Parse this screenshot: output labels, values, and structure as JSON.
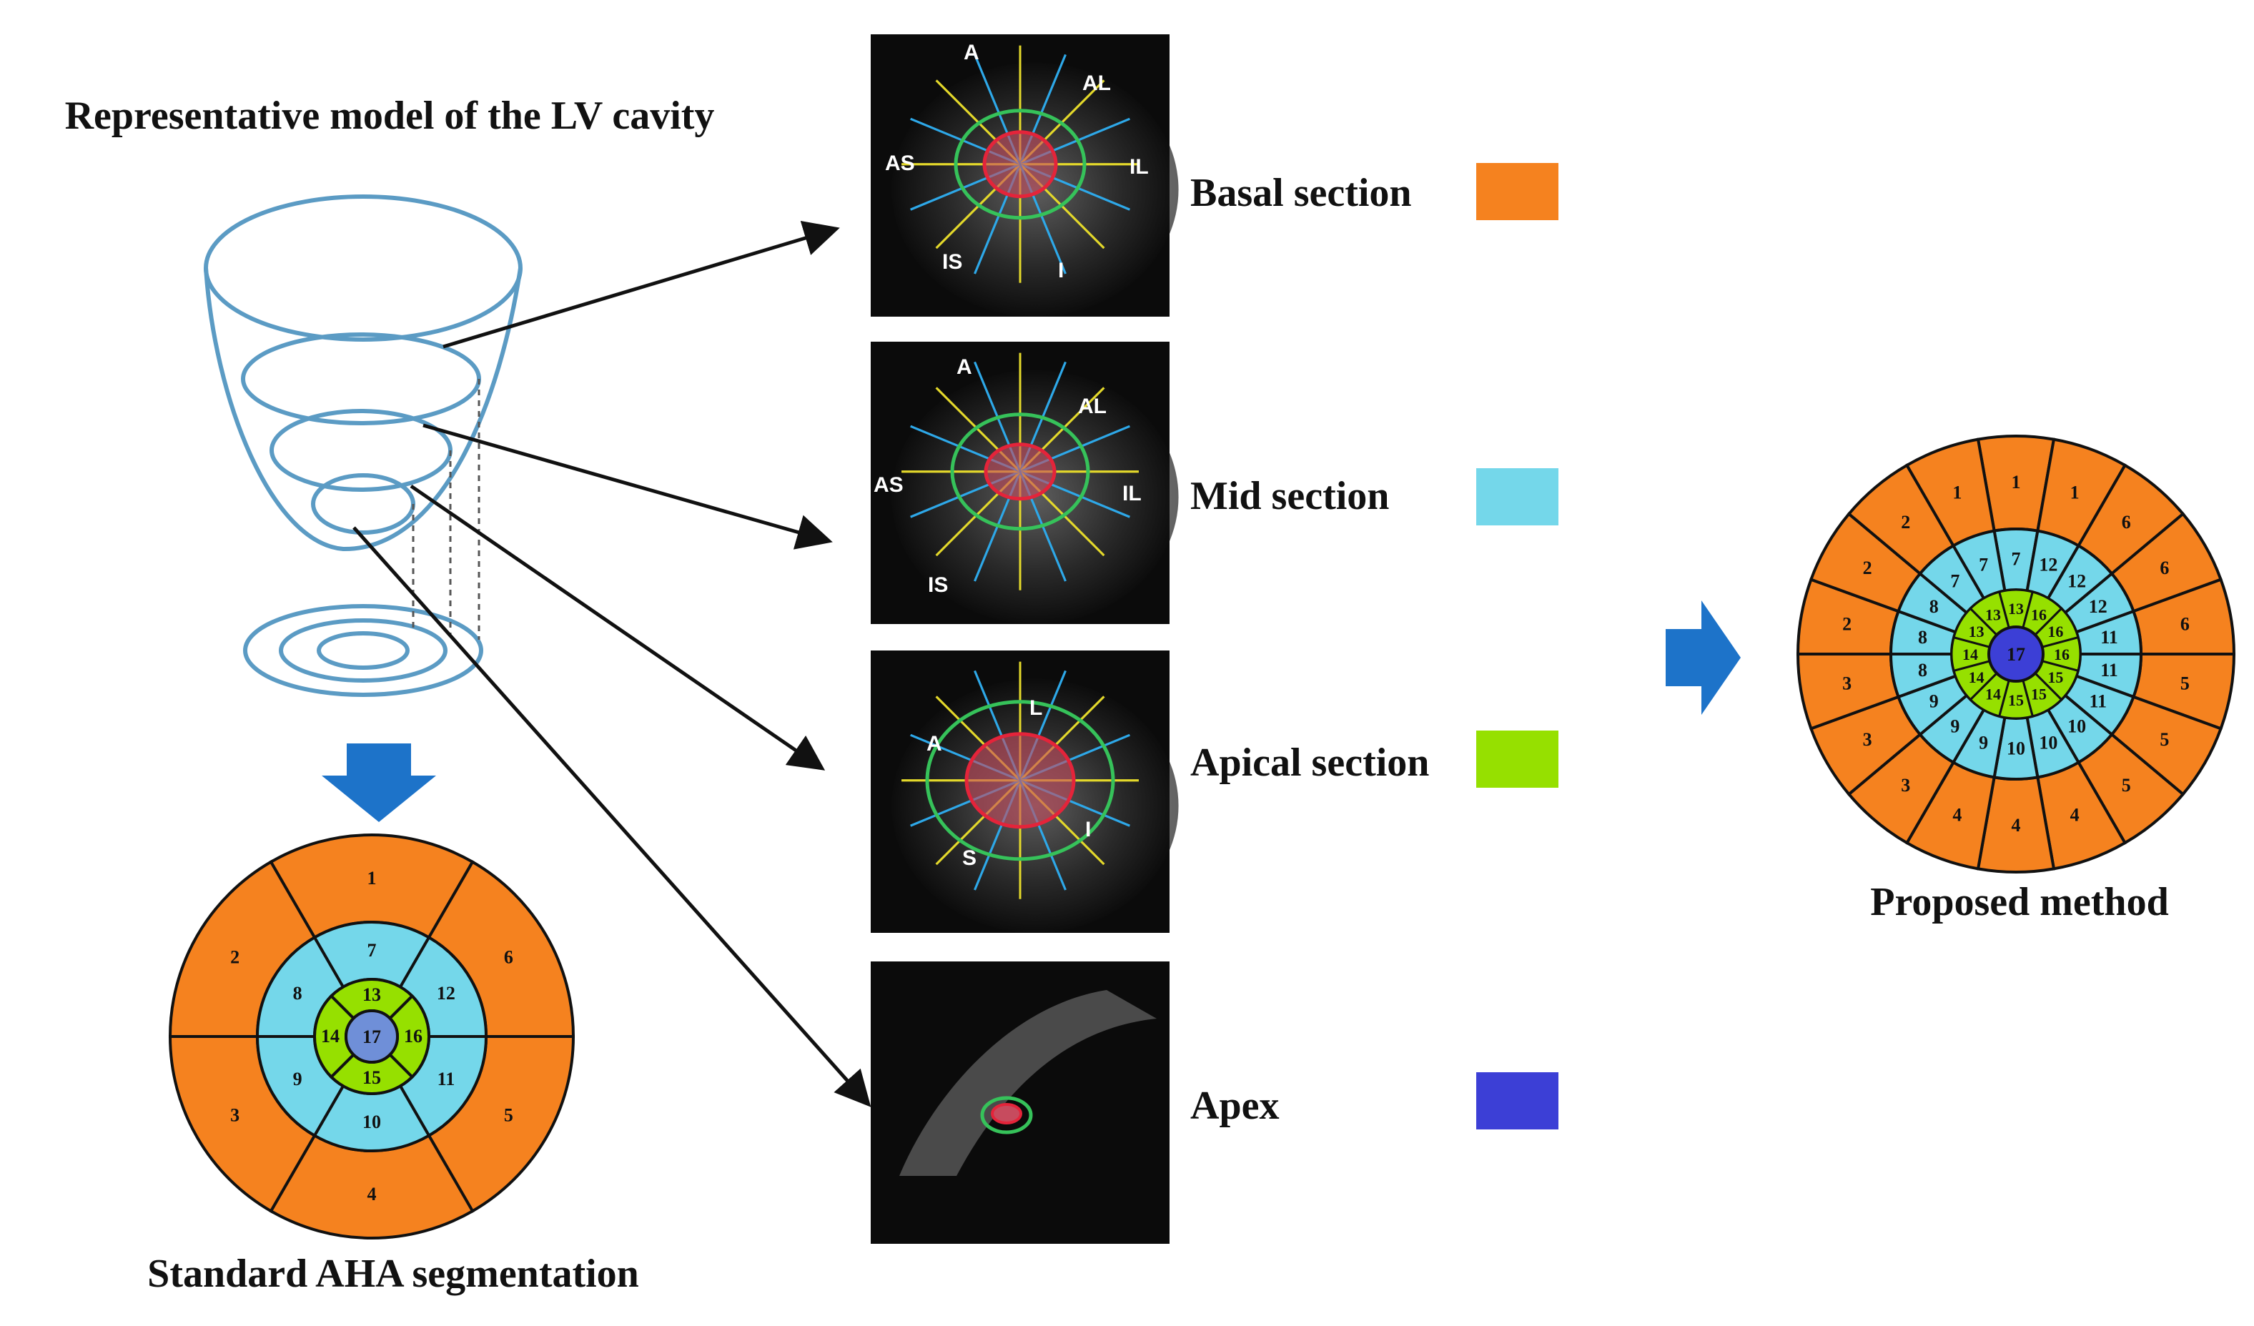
{
  "titles": {
    "model": "Representative model of the LV cavity",
    "standard": "Standard AHA segmentation",
    "proposed": "Proposed method"
  },
  "sections": [
    {
      "label": "Basal section",
      "color": "#F5821F"
    },
    {
      "label": "Mid section",
      "color": "#74D7EA"
    },
    {
      "label": "Apical section",
      "color": "#96E000"
    },
    {
      "label": "Apex",
      "color": "#3C3FD6"
    }
  ],
  "mri_labels": {
    "basal": [
      "A",
      "AL",
      "IL",
      "I",
      "IS",
      "AS"
    ],
    "mid": [
      "A",
      "AL",
      "IL",
      "IS",
      "AS"
    ],
    "apical": [
      "L",
      "A",
      "I",
      "S"
    ]
  },
  "colors": {
    "basal": "#F5821F",
    "mid": "#74D7EA",
    "apical": "#96E000",
    "apex_standard": "#6F8FD8",
    "apex_proposed": "#3C3FD6",
    "arrow_blue": "#1D73C9",
    "cone": "#5B9BC4"
  },
  "aha_standard": {
    "basal": [
      "1",
      "6",
      "5",
      "4",
      "3",
      "2"
    ],
    "mid": [
      "7",
      "12",
      "11",
      "10",
      "9",
      "8"
    ],
    "apical": [
      "13",
      "16",
      "15",
      "14"
    ],
    "apex": "17"
  },
  "proposed": {
    "basal": [
      "1",
      "1",
      "6",
      "6",
      "6",
      "5",
      "5",
      "5",
      "4",
      "4",
      "4",
      "3",
      "3",
      "3",
      "2",
      "2",
      "2",
      "1"
    ],
    "mid": [
      "7",
      "12",
      "12",
      "12",
      "11",
      "11",
      "11",
      "10",
      "10",
      "10",
      "9",
      "9",
      "9",
      "8",
      "8",
      "8",
      "7",
      "7"
    ],
    "apical": [
      "13",
      "16",
      "16",
      "16",
      "15",
      "15",
      "15",
      "14",
      "14",
      "14",
      "13",
      "13"
    ],
    "apex": "17"
  }
}
